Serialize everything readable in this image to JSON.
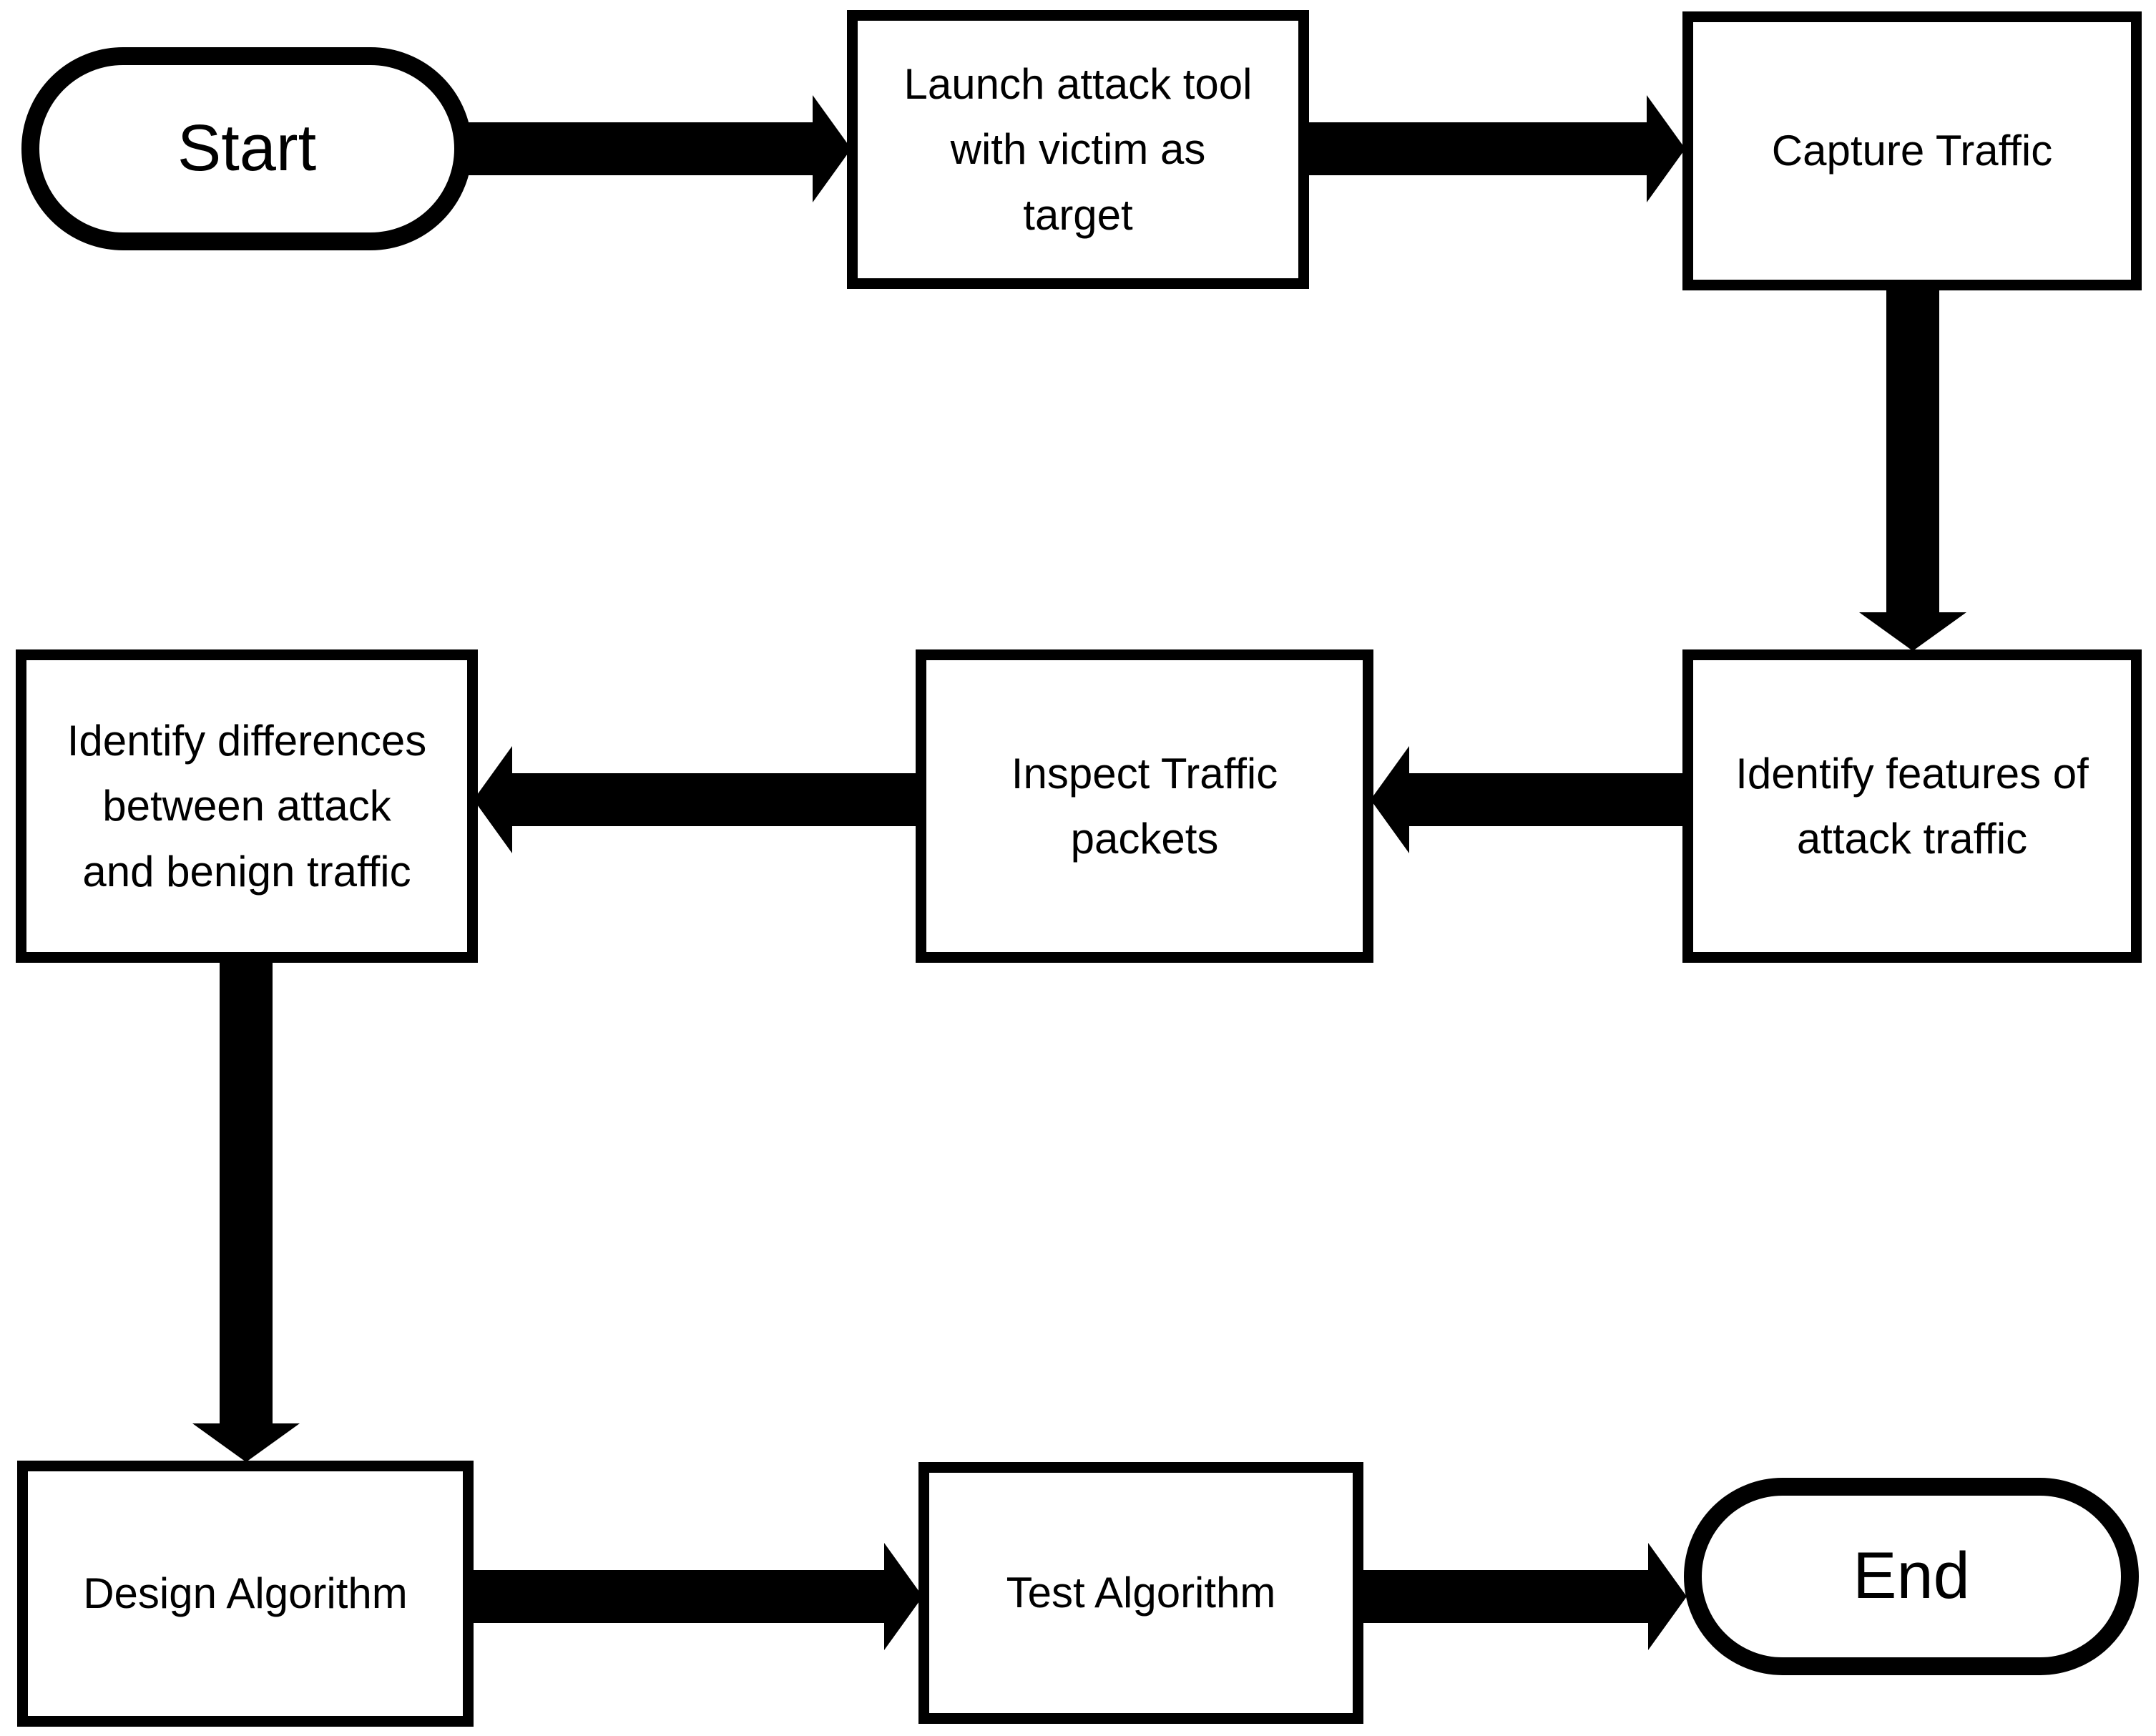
{
  "diagram": {
    "type": "flowchart",
    "colors": {
      "stroke": "#000000",
      "node_fill": "#ffffff",
      "background": "#ffffff",
      "text": "#000000"
    },
    "nodes": [
      {
        "id": "start",
        "shape": "stadium",
        "label": "Start",
        "lines": [
          "Start"
        ]
      },
      {
        "id": "launch-attack-tool",
        "shape": "rect",
        "label": "Launch attack tool with victim as target",
        "lines": [
          "Launch attack tool",
          "with victim as",
          "target"
        ]
      },
      {
        "id": "capture-traffic",
        "shape": "rect",
        "label": "Capture Traffic",
        "lines": [
          "Capture Traffic"
        ]
      },
      {
        "id": "identify-features",
        "shape": "rect",
        "label": "Identify features of attack traffic",
        "lines": [
          "Identify features of",
          "attack traffic"
        ]
      },
      {
        "id": "inspect-traffic-packets",
        "shape": "rect",
        "label": "Inspect Traffic packets",
        "lines": [
          "Inspect Traffic",
          "packets"
        ]
      },
      {
        "id": "identify-differences",
        "shape": "rect",
        "label": "Identify differences between attack and benign traffic",
        "lines": [
          "Identify differences",
          "between attack",
          "and benign traffic"
        ]
      },
      {
        "id": "design-algorithm",
        "shape": "rect",
        "label": "Design Algorithm",
        "lines": [
          "Design Algorithm"
        ]
      },
      {
        "id": "test-algorithm",
        "shape": "rect",
        "label": "Test Algorithm",
        "lines": [
          "Test Algorithm"
        ]
      },
      {
        "id": "end",
        "shape": "stadium",
        "label": "End",
        "lines": [
          "End"
        ]
      }
    ],
    "edges": [
      {
        "from": "start",
        "to": "launch-attack-tool",
        "direction": "right"
      },
      {
        "from": "launch-attack-tool",
        "to": "capture-traffic",
        "direction": "right"
      },
      {
        "from": "capture-traffic",
        "to": "identify-features",
        "direction": "down"
      },
      {
        "from": "identify-features",
        "to": "inspect-traffic-packets",
        "direction": "left"
      },
      {
        "from": "inspect-traffic-packets",
        "to": "identify-differences",
        "direction": "left"
      },
      {
        "from": "identify-differences",
        "to": "design-algorithm",
        "direction": "down"
      },
      {
        "from": "design-algorithm",
        "to": "test-algorithm",
        "direction": "right"
      },
      {
        "from": "test-algorithm",
        "to": "end",
        "direction": "right"
      }
    ]
  }
}
